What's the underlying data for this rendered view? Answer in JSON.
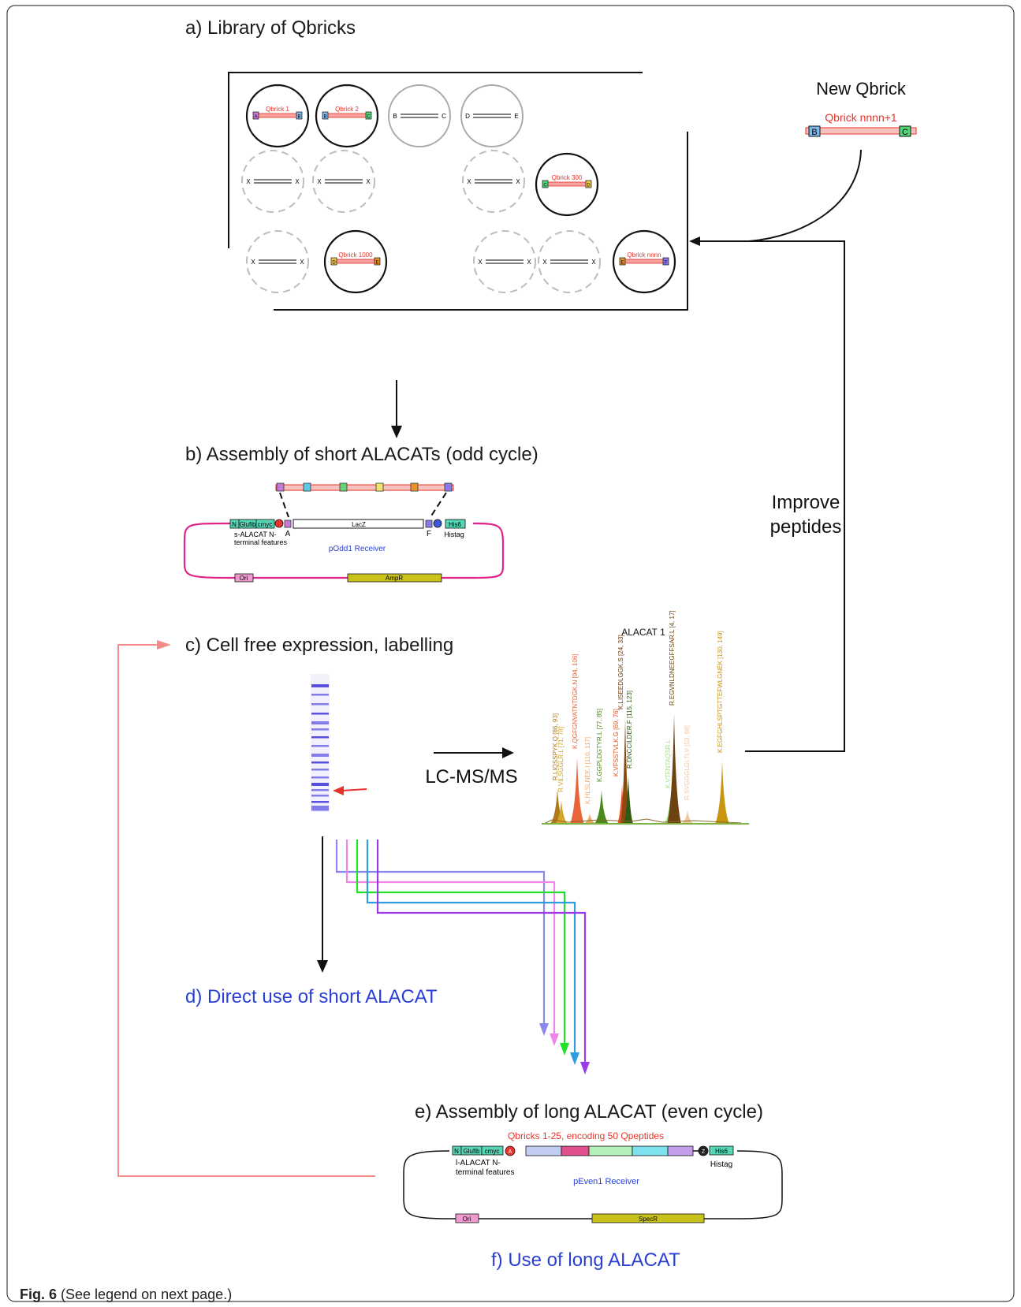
{
  "figure": {
    "caption_label": "Fig. 6",
    "caption_text": "(See legend on next page.)"
  },
  "steps": {
    "a": "a) Library of Qbricks",
    "b": "b) Assembly of short ALACATs (odd cycle)",
    "c": "c) Cell free expression, labelling",
    "d": "d) Direct use of short ALACAT",
    "e": "e) Assembly of long ALACAT (even cycle)",
    "f": "f) Use of long ALACAT"
  },
  "library": {
    "new_qbrick_title": "New Qbrick",
    "new_qbrick_name": "Qbrick nnnn+1",
    "new_qbrick_left": "B",
    "new_qbrick_right": "C",
    "bricks": [
      {
        "name": "Qbrick 1",
        "left": "A",
        "right": "B",
        "kind": "filled"
      },
      {
        "name": "Qbrick 2",
        "left": "B",
        "right": "C",
        "kind": "filled"
      },
      {
        "name": "",
        "left": "B",
        "right": "C",
        "kind": "empty"
      },
      {
        "name": "",
        "left": "D",
        "right": "E",
        "kind": "empty"
      },
      {
        "name": "",
        "left": "X",
        "right": "X",
        "kind": "dashed"
      },
      {
        "name": "",
        "left": "X",
        "right": "X",
        "kind": "dashed"
      },
      {
        "name": "",
        "left": "X",
        "right": "X",
        "kind": "dashed"
      },
      {
        "name": "Qbrick 300",
        "left": "C",
        "right": "D",
        "kind": "filled"
      },
      {
        "name": "",
        "left": "X",
        "right": "X",
        "kind": "dashed"
      },
      {
        "name": "Qbrick 1000",
        "left": "D",
        "right": "E",
        "kind": "filled"
      },
      {
        "name": "",
        "left": "X",
        "right": "X",
        "kind": "dashed"
      },
      {
        "name": "",
        "left": "X",
        "right": "X",
        "kind": "dashed"
      },
      {
        "name": "Qbrick nnnn",
        "left": "E",
        "right": "F",
        "kind": "filled"
      }
    ]
  },
  "feedback_label": [
    "Improve",
    "peptides"
  ],
  "short_plasmid": {
    "n": "N",
    "glu": "Glufib",
    "cmyc": "cmyc",
    "features": [
      "s-ALACAT N-",
      "terminal features"
    ],
    "lacz": "LacZ",
    "a": "A",
    "f": "F",
    "his": "His6",
    "histag": "Histag",
    "receiver": "pOdd1 Receiver",
    "ori": "Ori",
    "amp": "AmpR"
  },
  "ms": {
    "method": "LC-MS/MS",
    "spectrum_title": "ALACAT 1",
    "peptides": [
      "R.LIQSSPYK.Q [86, 93]",
      "R.VILSGGLR.L [71, 78]",
      "K.QGFGNVATNTDGK.N [94, 106]",
      "K.HLSLNEK.I [110, 117]",
      "K.GGPLDGTYR.L [77, 85]",
      "K.VFSSTVLK.G [69, 76]",
      "K.LISEEDLGGK.S [24, 33]",
      "R.DNCCILDER.F [115, 123]",
      "K.VTFNTAQSR.L",
      "R.EGVNLDNEEGFFSAR.L [4, 17]",
      "R.SVGGGLGLTLV [59, 68]",
      "K.EGFGHLSPTGTTEFWLGNEK [130, 149]"
    ]
  },
  "long_plasmid": {
    "header": "Qbricks 1-25, encoding 50 Qpeptides",
    "n": "N",
    "glu": "Glufib",
    "cmyc": "cmyc",
    "features": [
      "l-ALACAT N-",
      "terminal features"
    ],
    "his": "His6",
    "histag": "Histag",
    "receiver": "pEven1 Receiver",
    "ori": "Ori",
    "spec": "SpecR",
    "circle_a": "A",
    "circle_z": "Z"
  }
}
